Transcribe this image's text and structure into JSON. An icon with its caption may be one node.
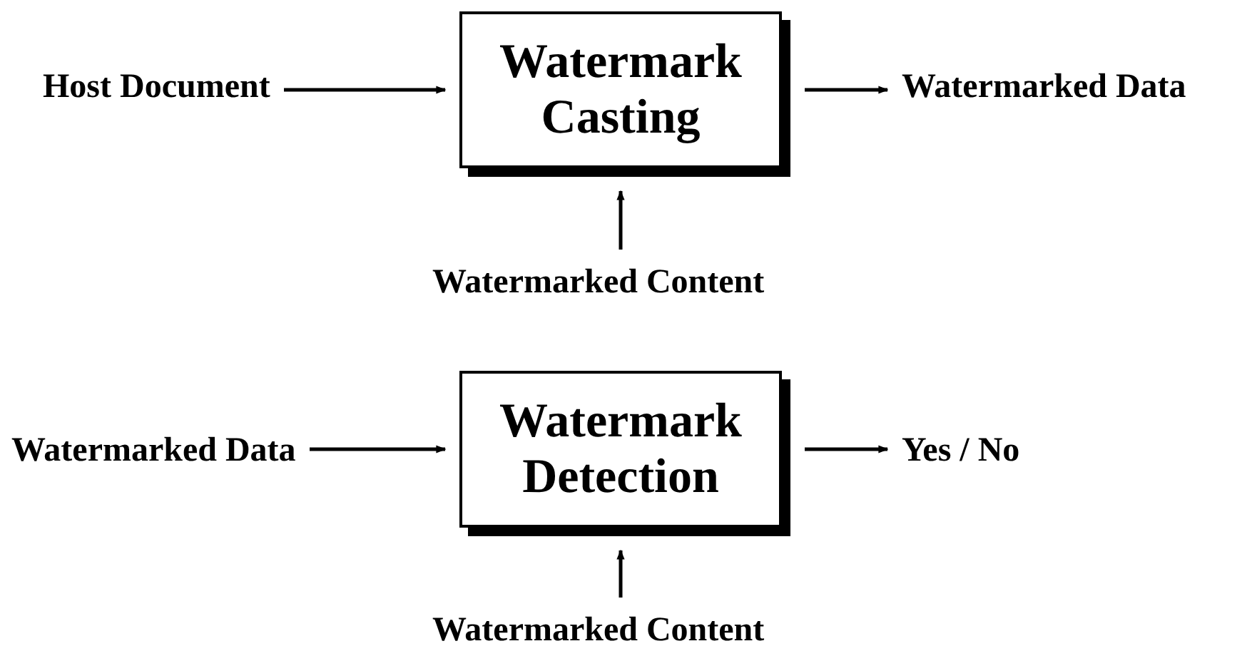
{
  "diagram": {
    "nodes": [
      {
        "text": [
          "Host Document"
        ]
      },
      {
        "text": [
          "Watermark Casting"
        ]
      },
      {
        "text": [
          "Watermarked Data"
        ]
      },
      {
        "text": [
          "Watermarked Content"
        ]
      },
      {
        "text": [
          "Watermarked Data"
        ]
      },
      {
        "text": [
          "Watermark Detection"
        ]
      },
      {
        "text": [
          "Yes / No"
        ]
      },
      {
        "text": [
          "Watermarked Content"
        ]
      }
    ],
    "edges": [
      {
        "from": 0,
        "to": 1,
        "arrow": "to"
      },
      {
        "from": 1,
        "to": 2,
        "arrow": "to"
      },
      {
        "from": 3,
        "to": 1,
        "arrow": "to"
      },
      {
        "from": 4,
        "to": 5,
        "arrow": "to"
      },
      {
        "from": 5,
        "to": 6,
        "arrow": "to"
      },
      {
        "from": 7,
        "to": 5,
        "arrow": "to"
      }
    ]
  }
}
